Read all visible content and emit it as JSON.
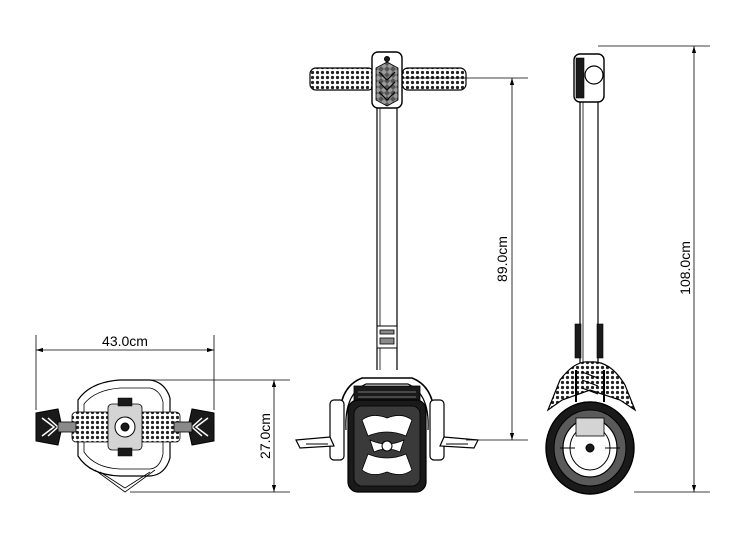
{
  "dimensions": {
    "top_width": "43.0cm",
    "top_depth": "27.0cm",
    "handle_height": "89.0cm",
    "total_height": "108.0cm"
  },
  "colors": {
    "line": "#000000",
    "fill_dark": "#1a1a1a",
    "fill_grey": "#8a8a8a",
    "background": "#ffffff"
  }
}
